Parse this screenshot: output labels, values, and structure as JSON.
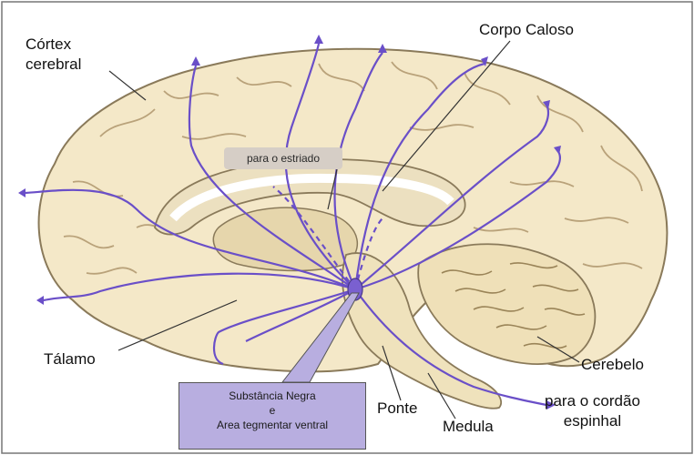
{
  "labels": {
    "cortex_line1": "Córtex",
    "cortex_line2": "cerebral",
    "corpo_caloso": "Corpo Caloso",
    "estriado": "para o estriado",
    "talamo": "Tálamo",
    "cerebelo": "Cerebelo",
    "ponte": "Ponte",
    "medula": "Medula",
    "cordao_line1": "para o cordão",
    "cordao_line2": "espinhal"
  },
  "source_box": {
    "line1": "Substância Negra",
    "line2": "e",
    "line3": "Area tegmentar ventral"
  },
  "colors": {
    "brain_fill": "#f4e8c8",
    "brain_outline": "#8a7a5a",
    "pathway": "#6a4fc8",
    "label_box": "#b8aee0"
  }
}
